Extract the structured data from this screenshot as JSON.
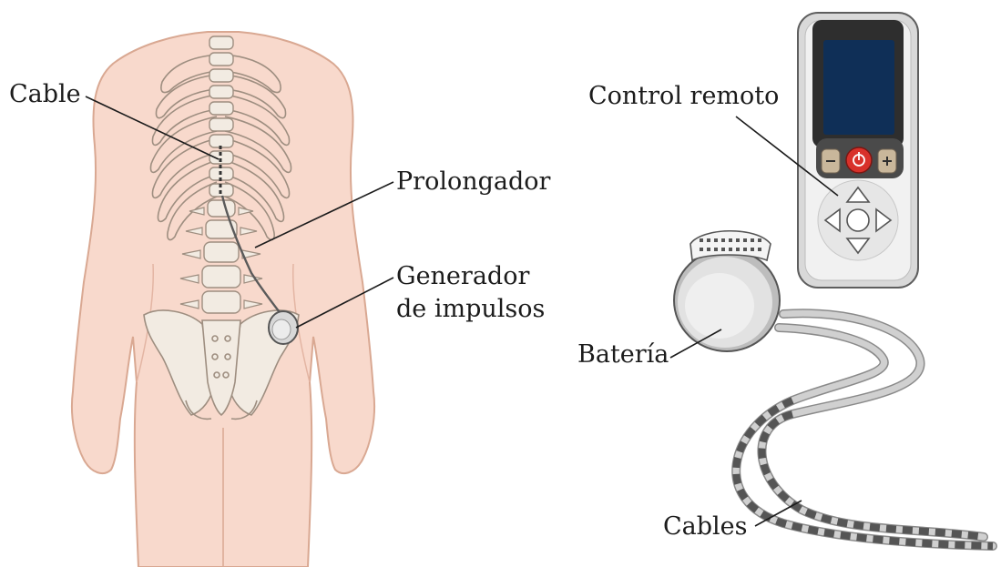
{
  "labels": {
    "cable": "Cable",
    "prolongador": "Prolongador",
    "generador_line1": "Generador",
    "generador_line2": "de impulsos",
    "control_remoto": "Control remoto",
    "bateria": "Batería",
    "cables": "Cables"
  },
  "colors": {
    "skin": "#f8d9cc",
    "skin_outline": "#d9a892",
    "bone": "#f2ebe2",
    "bone_outline": "#9e8e80",
    "device_body": "#d6d6d6",
    "device_dark": "#4a4a4a",
    "screen": "#0f2f57",
    "button_red": "#d8312a",
    "label_text": "#1c1c1c"
  },
  "icons": {
    "remote_power": "power-button-icon",
    "remote_minus": "minus-icon",
    "remote_plus": "plus-icon",
    "remote_dpad": "directional-pad-icon"
  }
}
